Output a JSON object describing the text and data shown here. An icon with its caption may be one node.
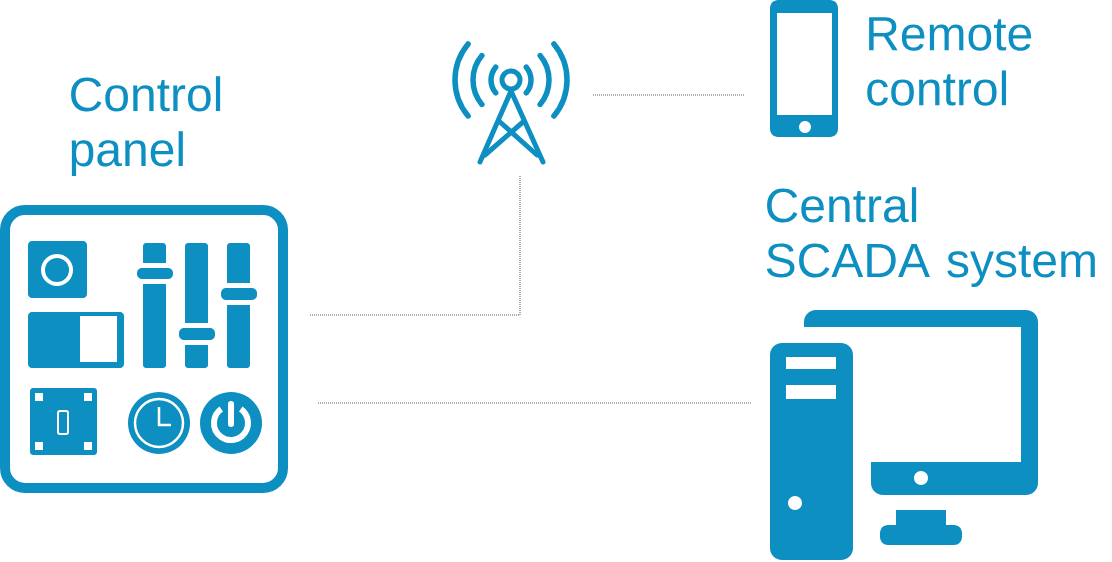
{
  "diagram": {
    "nodes": [
      {
        "text": [
          "Control panel"
        ]
      },
      {
        "text": [],
        "shape": "picture"
      },
      {
        "text": [
          "Remote control"
        ]
      },
      {
        "text": [
          "Central SCADA system"
        ]
      }
    ],
    "edges": [
      {
        "from": 0,
        "to": 1,
        "arrow": "none"
      },
      {
        "from": 1,
        "to": 2,
        "arrow": "none"
      },
      {
        "from": 0,
        "to": 3,
        "arrow": "none"
      }
    ]
  }
}
